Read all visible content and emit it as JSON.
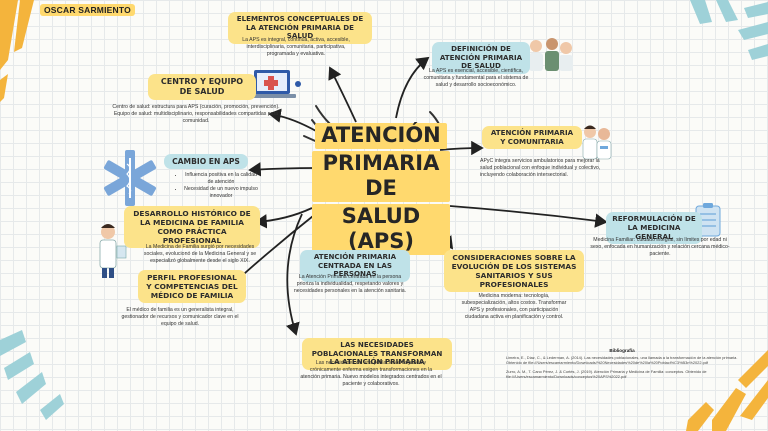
{
  "author": "OSCAR SARMIENTO",
  "title": {
    "line1": "ATENCIÓN",
    "line2": "PRIMARIA DE",
    "line3": "SALUD (APS)"
  },
  "topics": {
    "elementos": {
      "title": "ELEMENTOS CONCEPTUALES DE LA ATENCIÓN PRIMARIA DE SALUD",
      "text": "La APS es integral, continua, activa, accesible, interdisciplinaria, comunitaria, participativa, programada y evaluativa."
    },
    "definicion": {
      "title": "DEFINICIÓN DE ATENCIÓN PRIMARIA DE SALUD",
      "text": "La APS es esencial, accesible, científica, comunitaria y fundamental para el sistema de salud y desarrollo socioeconómico."
    },
    "centro": {
      "title": "CENTRO Y EQUIPO DE SALUD",
      "text": "Centro de salud: estructura para APS (curación, promoción, prevención). Equipo de salud: multidisciplinario, responsabilidades compartidas para comunidad."
    },
    "comunitaria": {
      "title": "ATENCIÓN PRIMARIA Y COMUNITARIA",
      "text": "APyC integra servicios ambulatorios para mejorar la salud poblacional con enfoque individual y colectivo, incluyendo colaboración intersectorial."
    },
    "cambio": {
      "title": "CAMBIO EN APS",
      "bullets": [
        "Influencia positiva en la calidad de atención",
        "Necesidad de un nuevo impulso innovador"
      ]
    },
    "historico": {
      "title": "DESARROLLO HISTÓRICO DE LA MEDICINA DE FAMILIA COMO PRÁCTICA PROFESIONAL",
      "text": "La Medicina de Familia surgió por necesidades sociales, evolucionó de la Medicina General y se especializó globalmente desde el siglo XIX."
    },
    "reformulacion": {
      "title": "REFORMULACIÓN DE LA MEDICINA GENERAL",
      "text": "Medicina Familiar: cuidado integral, sin límites por edad ni sexo, enfocada en humanización y relación cercana médico-paciente."
    },
    "centrada": {
      "title": "ATENCIÓN PRIMARIA CENTRADA EN LAS PERSONAS",
      "text": "La Atención Primaria centrada en la persona prioriza la individualidad, respetando valores y necesidades personales en la atención sanitaria."
    },
    "consideraciones": {
      "title": "CONSIDERACIONES SOBRE LA EVOLUCIÓN DE LOS SISTEMAS SANITARIOS Y SUS PROFESIONALES",
      "text": "Medicina moderna: tecnología, subespecialización, altos costos. Transformar APS y profesionales, con participación ciudadana activa en planificación y control."
    },
    "perfil": {
      "title": "PERFIL PROFESIONAL Y COMPETENCIAS DEL MÉDICO DE FAMILIA",
      "text": "El médico de familia es un generalista integral, gestionador de recursos y comunicador clave en el equipo de salud."
    },
    "necesidades": {
      "title": "LAS NECESIDADES POBLACIONALES TRANSFORMAN LA ATENCIÓN PRIMARIA",
      "text": "Las necesidades de una población envejecida y crónicamente enferma exigen transformaciones en la atención primaria. Nuevo modelos integrados centrados en el paciente y colaborativos."
    }
  },
  "bibliography": {
    "heading": "Bibliografía",
    "entries": [
      "Limeira, E., Díaz, C., & Lederman, A. (2014). Las necesidades poblacionales, una llamada a la transformación de la atención primaria. Obtenido de file:///Users/escamarmiento/Downloads/%20Necesidades%20de%20la%20Poblaci%C3%B3n%2022.pdf",
      "Zurro, A. M., T. Cano Pérez, J. & Cortés, J. (2019). Atención Primaria y Medicina de Familia: conceptos. Obtenido de file:///Users/escamarmiento/Downloads/conceptos%20APS%2022.pdf"
    ]
  },
  "colors": {
    "highlight_yellow": "#fce38a",
    "highlight_teal": "#bfe2e8",
    "accent_blue": "#6fa8dc",
    "accent_orange": "#f4b43c"
  }
}
